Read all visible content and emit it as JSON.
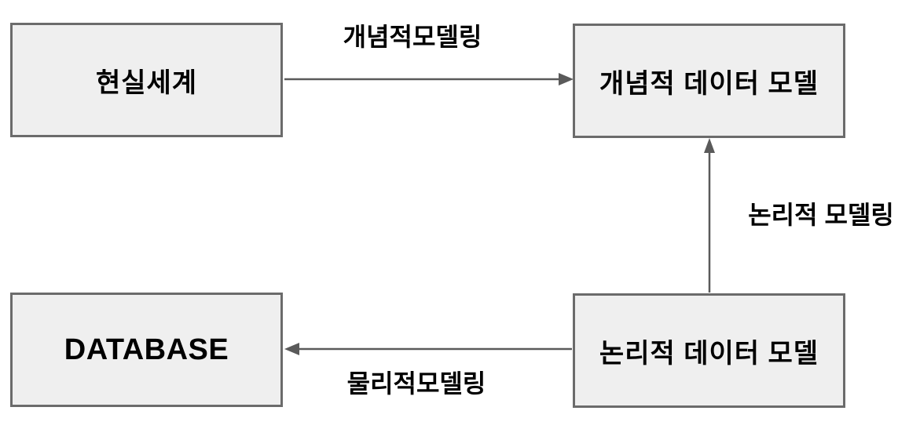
{
  "diagram": {
    "title": "data-modeling-process",
    "boxes": {
      "real_world": {
        "label": "현실세계"
      },
      "conceptual_model": {
        "label": "개념적 데이터 모델"
      },
      "database": {
        "label": "DATABASE"
      },
      "logical_model": {
        "label": "논리적 데이터 모델"
      }
    },
    "arrows": {
      "conceptual_modeling": {
        "label": "개념적모델링",
        "from": "현실세계",
        "to": "개념적 데이터 모델",
        "direction": "right"
      },
      "logical_modeling": {
        "label": "논리적 모델링",
        "from": "논리적 데이터 모델",
        "to": "개념적 데이터 모델",
        "direction": "up"
      },
      "physical_modeling": {
        "label": "물리적모델링",
        "from": "논리적 데이터 모델",
        "to": "DATABASE",
        "direction": "left"
      }
    },
    "colors": {
      "background": "#ffffff",
      "box_fill": "#efefef",
      "box_border": "#6b6b6b",
      "arrow": "#5a5a5a",
      "text": "#000000"
    }
  }
}
